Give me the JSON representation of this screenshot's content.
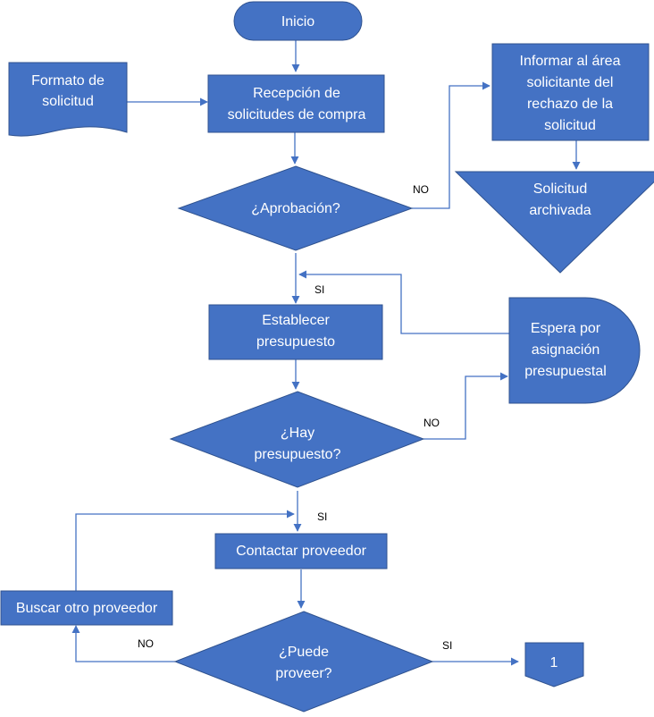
{
  "diagram": {
    "nodes": {
      "start": {
        "label": "Inicio"
      },
      "request_form": {
        "lines": [
          "Formato de",
          "solicitud"
        ]
      },
      "receive_requests": {
        "lines": [
          "Recepción de",
          "solicitudes  de compra"
        ]
      },
      "approval": {
        "label": "¿Aprobación?"
      },
      "inform_rejection": {
        "lines": [
          "Informar al área",
          "solicitante del",
          "rechazo de la",
          "solicitud"
        ]
      },
      "archived": {
        "lines": [
          "Solicitud",
          "archivada"
        ]
      },
      "set_budget": {
        "lines": [
          "Establecer",
          "presupuesto"
        ]
      },
      "wait_budget": {
        "lines": [
          "Espera por",
          "asignación",
          "presupuestal"
        ]
      },
      "budget_check": {
        "lines": [
          "¿Hay",
          "presupuesto?"
        ]
      },
      "contact_supplier": {
        "label": "Contactar proveedor"
      },
      "other_supplier": {
        "label": "Buscar otro proveedor"
      },
      "can_supply": {
        "lines": [
          "¿Puede",
          "proveer?"
        ]
      },
      "connector": {
        "label": "1"
      }
    },
    "edge_labels": {
      "approval_no": "NO",
      "approval_yes": "SI",
      "budget_no": "NO",
      "budget_yes": "SI",
      "supply_no": "NO",
      "supply_yes": "SI"
    },
    "colors": {
      "fill": "#4472C4",
      "stroke": "#2F528F",
      "connector": "#4472C4",
      "text": "#FFFFFF"
    }
  }
}
